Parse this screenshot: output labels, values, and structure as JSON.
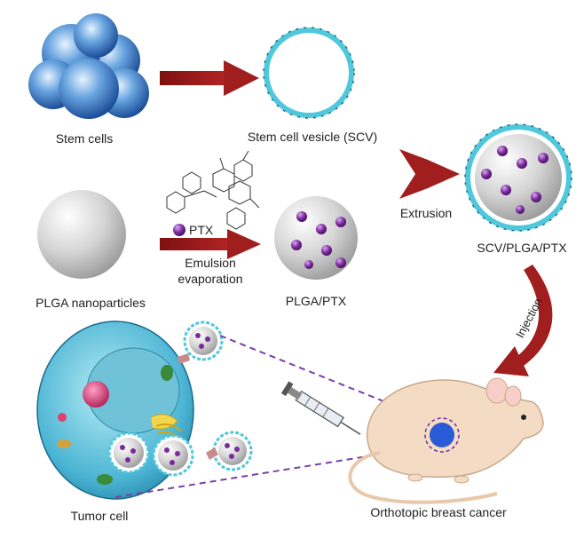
{
  "labels": {
    "stem_cells": "Stem cells",
    "scv": "Stem cell vesicle (SCV)",
    "ptx": "PTX",
    "emulsion_line1": "Emulsion",
    "emulsion_line2": "evaporation",
    "plga_nanoparticles": "PLGA nanoparticles",
    "plga_ptx": "PLGA/PTX",
    "extrusion": "Extrusion",
    "scv_plga_ptx": "SCV/PLGA/PTX",
    "injection": "Injection",
    "tumor_cell": "Tumor cell",
    "orthotopic": "Orthotopic breast cancer"
  },
  "colors": {
    "arrow": "#9b1c1c",
    "membrane": "#4fc8dc",
    "drug": "#7b2a9c",
    "dashed": "#7a3fa8",
    "nanoparticle": "#c9c9c9",
    "mouse": "#f4dcc4",
    "tumor_spot": "#2a5bd6"
  },
  "icons": [
    "syringe-icon",
    "mouse-icon",
    "tumor-cell-icon",
    "chemical-structure-icon"
  ]
}
